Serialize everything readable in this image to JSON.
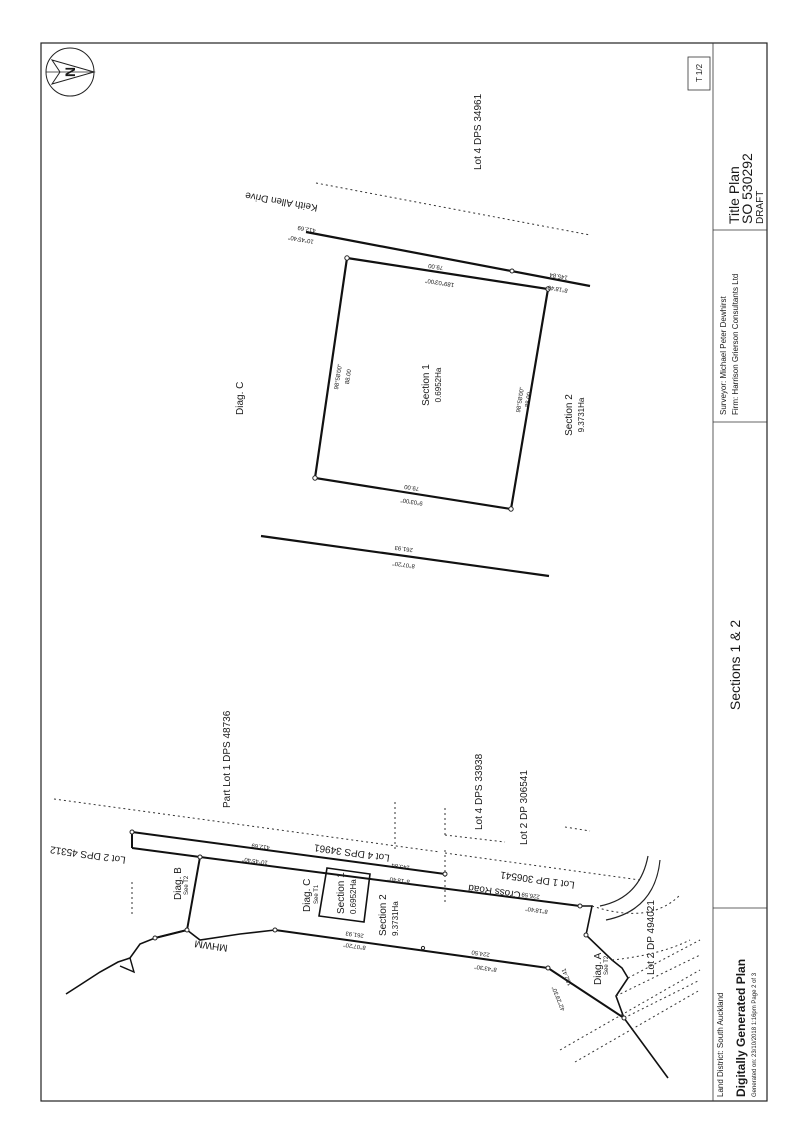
{
  "sheet": {
    "sheet_ref": "T 1/2",
    "title_plan": "Title Plan",
    "so_number": "SO 530292",
    "status": "DRAFT",
    "surveyor": "Surveyor: Michael Peter Dewhirst",
    "firm": "Firm: Harrison Grierson Consultants Ltd",
    "sections_title": "Sections 1 & 2",
    "land_district": "Land District: South Auckland",
    "generated_title": "Digitally Generated Plan",
    "generated_on": "Generated on: 23/10/2018 1:16pm Page 2 of 3"
  },
  "north_arrow": {
    "letter": "N",
    "icon": "north-arrow-icon"
  },
  "diag_c": {
    "title": "Diag. C",
    "lot_top": "Lot 4 DPS 34961",
    "road": "Keith Allen Drive",
    "road_bearing": "10°45'40\"",
    "road_distance": "412.69",
    "section1_label": "Section 1",
    "section1_area": "0.6952Ha",
    "section2_label": "Section 2",
    "section2_area": "9.3731Ha",
    "top_bearing": "189°03'00\"",
    "top_distance": "79.00",
    "bottom_bearing": "9°03'00\"",
    "bottom_distance": "79.00",
    "left_bearing": "98°58'00\"",
    "left_distance": "88.00",
    "right_bearing": "98°58'00\"",
    "right_distance": "88.00",
    "right_road_bearing": "8°18'40\"",
    "right_road_distance": "145.84",
    "south_bearing": "8°07'20\"",
    "south_distance": "261.93"
  },
  "overview": {
    "part_lot": "Part Lot 1 DPS 48736",
    "lot2_dps": "Lot 2 DPS 45312",
    "lot4_dps": "Lot 4 DPS 34961",
    "lot4_dps_33938": "Lot 4 DPS 33938",
    "lot2_dp_306541": "Lot 2 DP 306541",
    "lot1_dp_306541": "Lot 1 DP 306541",
    "cross_road": "Cross Road",
    "lot2_dp_494021": "Lot 2 DP 494021",
    "diag_a": "Diag. A",
    "diag_a_see": "See T2",
    "diag_b": "Diag. B",
    "diag_b_see": "See T2",
    "diag_c": "Diag. C",
    "diag_c_see": "See T1",
    "section1": "Section 1",
    "section1_area": "0.6952Ha",
    "section2": "Section 2",
    "section2_area": "9.3731Ha",
    "mhwm": "MHWM",
    "b1_bearing": "10°45'40\"",
    "b1_distance": "412.69",
    "b2_bearing": "8°18'40\"",
    "b2_distance": "145.84",
    "b3_distance": "226.59",
    "b3_bearing": "8°18'40\"",
    "b4_bearing": "8°07'20\"",
    "b4_distance": "261.93",
    "b5_distance": "224.50",
    "b5_bearing": "8°43'30\"",
    "b6_distance": "152.41",
    "b6_bearing": "42°29'30\""
  }
}
